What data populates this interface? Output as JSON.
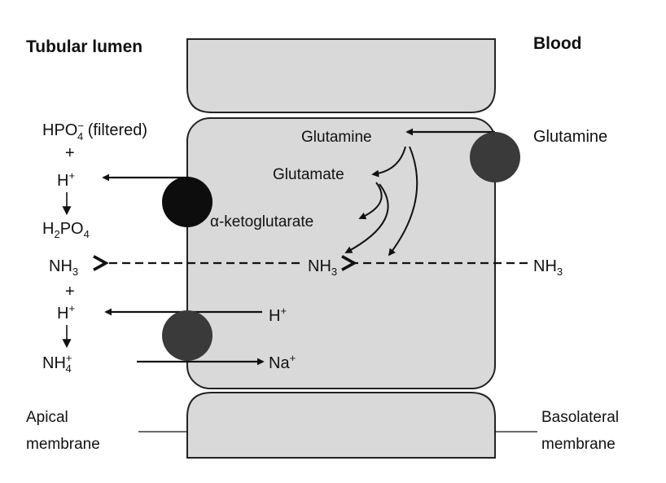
{
  "headings": {
    "lumen": "Tubular lumen",
    "blood": "Blood"
  },
  "lumen": {
    "hpo4": {
      "main": "HPO",
      "sub": "4",
      "sup": "−",
      "suffix": " (filtered)"
    },
    "plus1": "+",
    "h1": {
      "main": "H",
      "sup": "+"
    },
    "h2po4": {
      "p1": "H",
      "s1": "2",
      "p2": "PO",
      "s2": "4"
    },
    "nh3": {
      "main": "NH",
      "sub": "3"
    },
    "plus2": "+",
    "h2": {
      "main": "H",
      "sup": "+"
    },
    "nh4": {
      "main": "NH",
      "sub": "4",
      "sup": "+"
    }
  },
  "cell": {
    "glutamine": "Glutamine",
    "glutamate": "Glutamate",
    "akg": "α-ketoglutarate",
    "nh3": {
      "main": "NH",
      "sub": "3"
    },
    "h": {
      "main": "H",
      "sup": "+"
    },
    "na": {
      "main": "Na",
      "sup": "+"
    }
  },
  "blood": {
    "glutamine": "Glutamine",
    "nh3": {
      "main": "NH",
      "sub": "3"
    }
  },
  "membranes": {
    "apical": [
      "Apical",
      "membrane"
    ],
    "basolateral": [
      "Basolateral",
      "membrane"
    ]
  },
  "colors": {
    "cell_fill": "#d9d9d9",
    "outline": "#222222",
    "black_transporter": "#0d0d0d",
    "grey_transporter": "#3a3a3a",
    "text": "#111111"
  }
}
